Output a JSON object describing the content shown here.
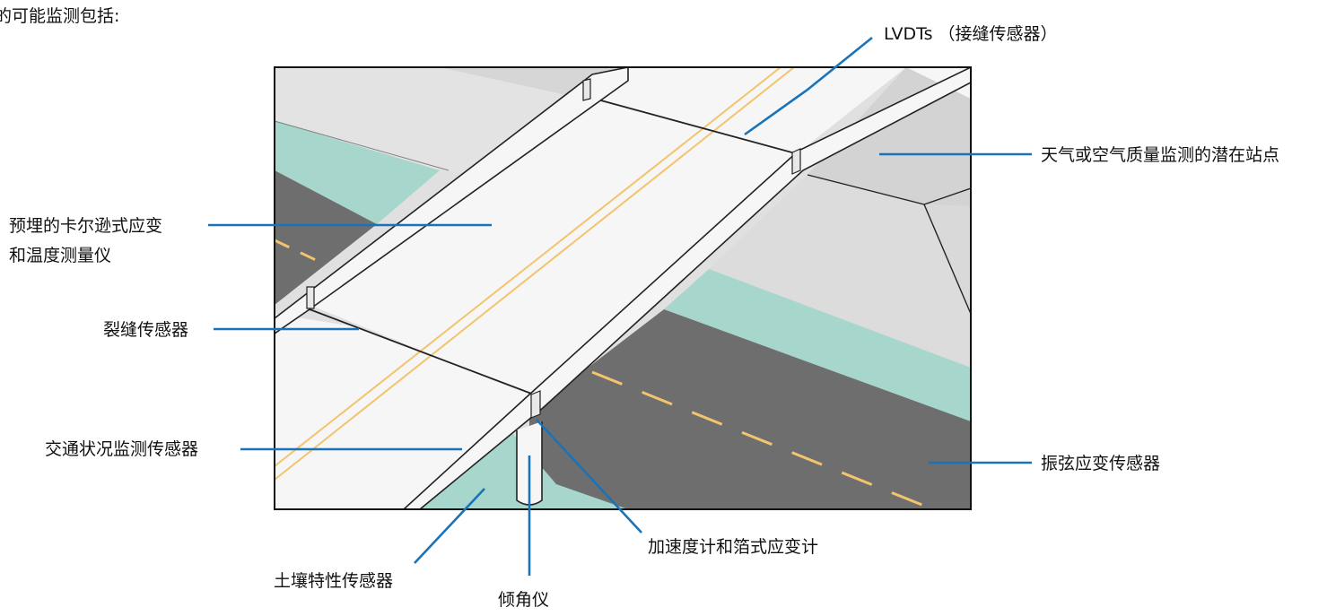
{
  "header_text": "的可能监测包括:",
  "labels": {
    "lvdt": "LVDTs （接缝传感器）",
    "weather": "天气或空气质量监测的潜在站点",
    "embedded_line1": "预埋的卡尔逊式应变",
    "embedded_line2": "和温度测量仪",
    "crack": "裂缝传感器",
    "traffic": "交通状况监测传感器",
    "vibrating_wire": "振弦应变传感器",
    "accelerometer": "加速度计和箔式应变计",
    "soil": "土壤特性传感器",
    "inclinometer": "倾角仪"
  },
  "colors": {
    "leader": "#1a73b8",
    "asphalt": "#6e6e6e",
    "teal": "#a6d6cc",
    "deck": "#f6f6f6",
    "light_grey": "#e0e0e0",
    "mid_grey": "#d3d3d3",
    "lane_marking": "#f2c46d"
  }
}
